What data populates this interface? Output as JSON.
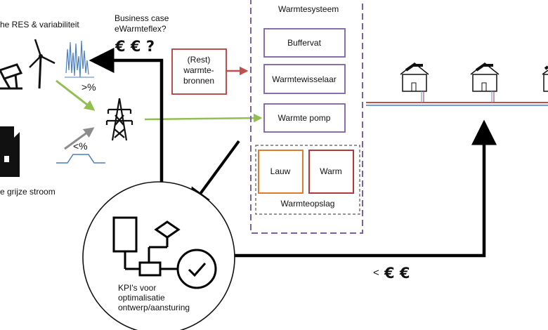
{
  "labels": {
    "res_variability": "he RES & variabiliteit",
    "grey_power": "e grijze stroom",
    "more_percent": ">%",
    "less_percent": "<%",
    "business_case_line1": "Business case",
    "business_case_line2": "eWarmteflex?",
    "euro_question": "€ € ?",
    "rest_heat_line1": "(Rest)",
    "rest_heat_line2": "warmte-",
    "rest_heat_line3": "bronnen",
    "heat_system_title": "Warmtesysteem",
    "buffer_tank": "Buffervat",
    "heat_exchanger": "Warmtewisselaar",
    "heat_pump": "Warmte pomp",
    "lukewarm": "Lauw",
    "warm": "Warm",
    "heat_storage": "Warmteopslag",
    "kpi_line1": "KPI's voor",
    "kpi_line2": "optimalisatie",
    "kpi_line3": "ontwerp/aansturing",
    "less_than": "<",
    "euro_bottom": "€ €"
  },
  "colors": {
    "purple": "#7c5fa8",
    "dark_red": "#b03a3a",
    "red_arrow": "#c0504d",
    "orange": "#e07b2a",
    "green_arrow": "#92c050",
    "grey_arrow": "#8c8c8c",
    "signal_blue": "#4a7fc0",
    "pipe_red": "#c0504d",
    "pipe_blue": "#6f9fd8",
    "black": "#000000"
  },
  "icons": [
    "wind-turbine-icon",
    "solar-panel-icon",
    "factory-icon",
    "power-pylon-icon",
    "house-icon",
    "flowchart-icon",
    "checkmark-circle-icon"
  ]
}
